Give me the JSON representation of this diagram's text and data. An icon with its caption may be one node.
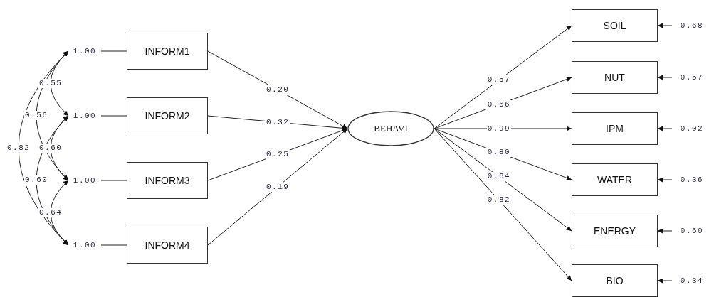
{
  "diagram": {
    "nodes": [
      {
        "text": [
          "1.00"
        ]
      },
      {
        "text": [
          "1.00"
        ]
      },
      {
        "text": [
          "1.00"
        ]
      },
      {
        "text": [
          "1.00"
        ]
      },
      {
        "text": [
          "INFORM1"
        ]
      },
      {
        "text": [
          "INFORM2"
        ]
      },
      {
        "text": [
          "INFORM3"
        ]
      },
      {
        "text": [
          "INFORM4"
        ]
      },
      {
        "text": [
          "BEHAVI"
        ]
      },
      {
        "text": [
          "SOIL"
        ]
      },
      {
        "text": [
          "NUT"
        ]
      },
      {
        "text": [
          "IPM"
        ]
      },
      {
        "text": [
          "WATER"
        ]
      },
      {
        "text": [
          "ENERGY"
        ]
      },
      {
        "text": [
          "BIO"
        ]
      },
      {
        "text": [
          "0.68"
        ]
      },
      {
        "text": [
          "0.57"
        ]
      },
      {
        "text": [
          "0.02"
        ]
      },
      {
        "text": [
          "0.36"
        ]
      },
      {
        "text": [
          "0.60"
        ]
      },
      {
        "text": [
          "0.34"
        ]
      }
    ],
    "edges": [
      {
        "from": 0,
        "to": 4,
        "arrow": "none"
      },
      {
        "from": 1,
        "to": 5,
        "arrow": "none"
      },
      {
        "from": 2,
        "to": 6,
        "arrow": "none"
      },
      {
        "from": 3,
        "to": 7,
        "arrow": "none"
      },
      {
        "from": 0,
        "to": 1,
        "arrow": "both",
        "label": "0.55"
      },
      {
        "from": 0,
        "to": 2,
        "arrow": "both",
        "label": "0.56"
      },
      {
        "from": 0,
        "to": 3,
        "arrow": "both",
        "label": "0.82"
      },
      {
        "from": 1,
        "to": 2,
        "arrow": "both",
        "label": "0.60"
      },
      {
        "from": 1,
        "to": 3,
        "arrow": "both",
        "label": "0.60"
      },
      {
        "from": 2,
        "to": 3,
        "arrow": "both",
        "label": "0.64"
      },
      {
        "from": 4,
        "to": 8,
        "arrow": "to",
        "label": "0.20"
      },
      {
        "from": 5,
        "to": 8,
        "arrow": "to",
        "label": "0.32"
      },
      {
        "from": 6,
        "to": 8,
        "arrow": "to",
        "label": "0.25"
      },
      {
        "from": 7,
        "to": 8,
        "arrow": "to",
        "label": "0.19"
      },
      {
        "from": 8,
        "to": 9,
        "arrow": "to",
        "label": "0.57"
      },
      {
        "from": 8,
        "to": 10,
        "arrow": "to",
        "label": "0.66"
      },
      {
        "from": 8,
        "to": 11,
        "arrow": "to",
        "label": "0.99"
      },
      {
        "from": 8,
        "to": 12,
        "arrow": "to",
        "label": "0.80"
      },
      {
        "from": 8,
        "to": 13,
        "arrow": "to",
        "label": "0.64"
      },
      {
        "from": 8,
        "to": 14,
        "arrow": "to",
        "label": "0.82"
      },
      {
        "from": 15,
        "to": 9,
        "arrow": "to"
      },
      {
        "from": 16,
        "to": 10,
        "arrow": "to"
      },
      {
        "from": 17,
        "to": 11,
        "arrow": "to"
      },
      {
        "from": 18,
        "to": 12,
        "arrow": "to"
      },
      {
        "from": 19,
        "to": 13,
        "arrow": "to"
      },
      {
        "from": 20,
        "to": 14,
        "arrow": "to"
      }
    ]
  }
}
